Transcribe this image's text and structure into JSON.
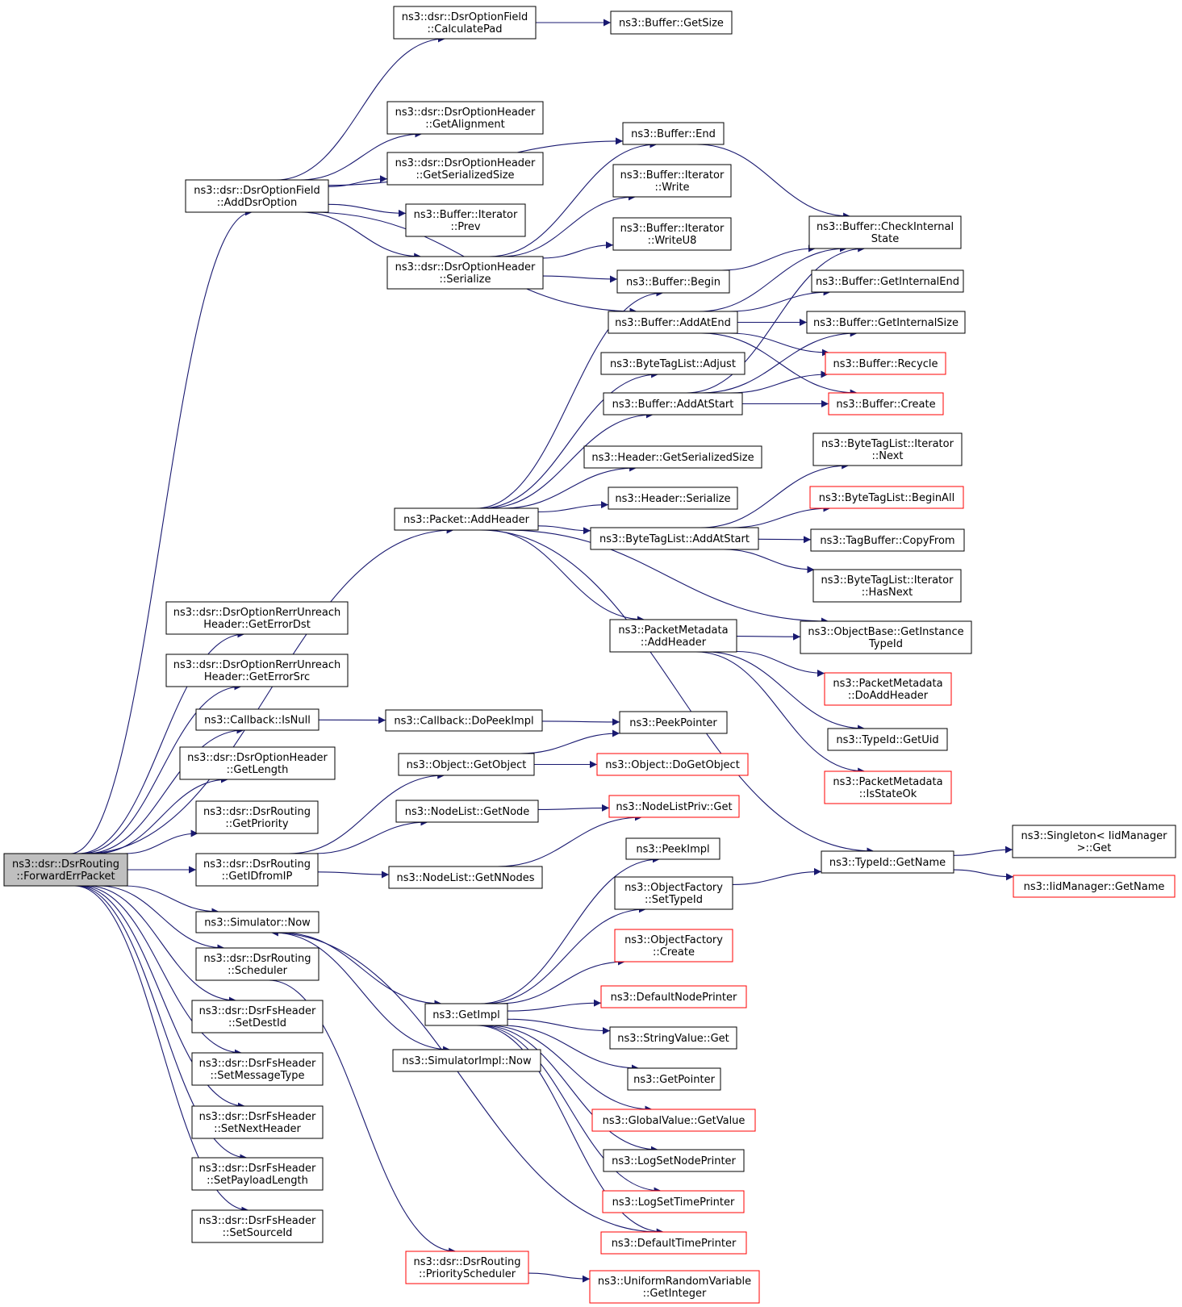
{
  "colors": {
    "edge": "#191970",
    "node_border": "#000000",
    "node_border_incomplete": "#ff0000",
    "root_fill": "#bfbfbf",
    "node_fill": "#ffffff",
    "text": "#000000"
  },
  "nodes": [
    {
      "id": "n0",
      "lines": [
        "ns3::dsr::DsrRouting",
        "::ForwardErrPacket"
      ],
      "root": true
    },
    {
      "id": "n1",
      "lines": [
        "ns3::dsr::DsrOptionField",
        "::AddDsrOption"
      ]
    },
    {
      "id": "n2",
      "lines": [
        "ns3::dsr::DsrOptionField",
        "::CalculatePad"
      ]
    },
    {
      "id": "n3",
      "lines": [
        "ns3::Buffer::GetSize"
      ]
    },
    {
      "id": "n4",
      "lines": [
        "ns3::Buffer::End"
      ]
    },
    {
      "id": "n5",
      "lines": [
        "ns3::dsr::DsrOptionHeader",
        "::GetAlignment"
      ]
    },
    {
      "id": "n6",
      "lines": [
        "ns3::dsr::DsrOptionHeader",
        "::GetSerializedSize"
      ]
    },
    {
      "id": "n7",
      "lines": [
        "ns3::Buffer::Iterator",
        "::Prev"
      ]
    },
    {
      "id": "n8",
      "lines": [
        "ns3::dsr::DsrOptionHeader",
        "::Serialize"
      ]
    },
    {
      "id": "n9",
      "lines": [
        "ns3::Buffer::Iterator",
        "::Write"
      ]
    },
    {
      "id": "n10",
      "lines": [
        "ns3::Buffer::Iterator",
        "::WriteU8"
      ]
    },
    {
      "id": "n11",
      "lines": [
        "ns3::Buffer::CheckInternal",
        "State"
      ]
    },
    {
      "id": "n12",
      "lines": [
        "ns3::Buffer::Begin"
      ]
    },
    {
      "id": "n13",
      "lines": [
        "ns3::Buffer::GetInternalEnd"
      ]
    },
    {
      "id": "n14",
      "lines": [
        "ns3::Buffer::AddAtEnd"
      ]
    },
    {
      "id": "n15",
      "lines": [
        "ns3::Buffer::GetInternalSize"
      ]
    },
    {
      "id": "n16",
      "lines": [
        "ns3::ByteTagList::Adjust"
      ]
    },
    {
      "id": "n17",
      "lines": [
        "ns3::Buffer::Recycle"
      ],
      "incomplete": true
    },
    {
      "id": "n18",
      "lines": [
        "ns3::Buffer::AddAtStart"
      ]
    },
    {
      "id": "n19",
      "lines": [
        "ns3::Buffer::Create"
      ],
      "incomplete": true
    },
    {
      "id": "n20",
      "lines": [
        "ns3::Header::GetSerializedSize"
      ]
    },
    {
      "id": "n21",
      "lines": [
        "ns3::ByteTagList::Iterator",
        "::Next"
      ]
    },
    {
      "id": "n22",
      "lines": [
        "ns3::Header::Serialize"
      ]
    },
    {
      "id": "n23",
      "lines": [
        "ns3::ByteTagList::BeginAll"
      ],
      "incomplete": true
    },
    {
      "id": "n24",
      "lines": [
        "ns3::Packet::AddHeader"
      ]
    },
    {
      "id": "n25",
      "lines": [
        "ns3::ByteTagList::AddAtStart"
      ]
    },
    {
      "id": "n26",
      "lines": [
        "ns3::TagBuffer::CopyFrom"
      ]
    },
    {
      "id": "n27",
      "lines": [
        "ns3::ByteTagList::Iterator",
        "::HasNext"
      ]
    },
    {
      "id": "n28",
      "lines": [
        "ns3::dsr::DsrOptionRerrUnreach",
        "Header::GetErrorDst"
      ]
    },
    {
      "id": "n29",
      "lines": [
        "ns3::PacketMetadata",
        "::AddHeader"
      ]
    },
    {
      "id": "n30",
      "lines": [
        "ns3::ObjectBase::GetInstance",
        "TypeId"
      ]
    },
    {
      "id": "n31",
      "lines": [
        "ns3::dsr::DsrOptionRerrUnreach",
        "Header::GetErrorSrc"
      ]
    },
    {
      "id": "n32",
      "lines": [
        "ns3::PacketMetadata",
        "::DoAddHeader"
      ],
      "incomplete": true
    },
    {
      "id": "n33",
      "lines": [
        "ns3::Callback::IsNull"
      ]
    },
    {
      "id": "n34",
      "lines": [
        "ns3::Callback::DoPeekImpl"
      ]
    },
    {
      "id": "n35",
      "lines": [
        "ns3::PeekPointer"
      ]
    },
    {
      "id": "n36",
      "lines": [
        "ns3::TypeId::GetUid"
      ]
    },
    {
      "id": "n37",
      "lines": [
        "ns3::dsr::DsrOptionHeader",
        "::GetLength"
      ]
    },
    {
      "id": "n38",
      "lines": [
        "ns3::Object::GetObject"
      ]
    },
    {
      "id": "n39",
      "lines": [
        "ns3::Object::DoGetObject"
      ],
      "incomplete": true
    },
    {
      "id": "n40",
      "lines": [
        "ns3::PacketMetadata",
        "::IsStateOk"
      ],
      "incomplete": true
    },
    {
      "id": "n41",
      "lines": [
        "ns3::dsr::DsrRouting",
        "::GetPriority"
      ]
    },
    {
      "id": "n42",
      "lines": [
        "ns3::NodeList::GetNode"
      ]
    },
    {
      "id": "n43",
      "lines": [
        "ns3::NodeListPriv::Get"
      ],
      "incomplete": true
    },
    {
      "id": "n44",
      "lines": [
        "ns3::Singleton< IidManager",
        " >::Get"
      ]
    },
    {
      "id": "n45",
      "lines": [
        "ns3::PeekImpl"
      ]
    },
    {
      "id": "n46",
      "lines": [
        "ns3::dsr::DsrRouting",
        "::GetIDfromIP"
      ]
    },
    {
      "id": "n47",
      "lines": [
        "ns3::NodeList::GetNNodes"
      ]
    },
    {
      "id": "n48",
      "lines": [
        "ns3::TypeId::GetName"
      ]
    },
    {
      "id": "n49",
      "lines": [
        "ns3::ObjectFactory",
        "::SetTypeId"
      ]
    },
    {
      "id": "n50",
      "lines": [
        "ns3::IidManager::GetName"
      ],
      "incomplete": true
    },
    {
      "id": "n51",
      "lines": [
        "ns3::Simulator::Now"
      ]
    },
    {
      "id": "n52",
      "lines": [
        "ns3::ObjectFactory",
        "::Create"
      ],
      "incomplete": true
    },
    {
      "id": "n53",
      "lines": [
        "ns3::dsr::DsrRouting",
        "::Scheduler"
      ]
    },
    {
      "id": "n54",
      "lines": [
        "ns3::DefaultNodePrinter"
      ],
      "incomplete": true
    },
    {
      "id": "n55",
      "lines": [
        "ns3::dsr::DsrFsHeader",
        "::SetDestId"
      ]
    },
    {
      "id": "n56",
      "lines": [
        "ns3::GetImpl"
      ]
    },
    {
      "id": "n57",
      "lines": [
        "ns3::StringValue::Get"
      ]
    },
    {
      "id": "n58",
      "lines": [
        "ns3::SimulatorImpl::Now"
      ]
    },
    {
      "id": "n59",
      "lines": [
        "ns3::dsr::DsrFsHeader",
        "::SetMessageType"
      ]
    },
    {
      "id": "n60",
      "lines": [
        "ns3::GetPointer"
      ]
    },
    {
      "id": "n61",
      "lines": [
        "ns3::GlobalValue::GetValue"
      ],
      "incomplete": true
    },
    {
      "id": "n62",
      "lines": [
        "ns3::dsr::DsrFsHeader",
        "::SetNextHeader"
      ]
    },
    {
      "id": "n63",
      "lines": [
        "ns3::LogSetNodePrinter"
      ]
    },
    {
      "id": "n64",
      "lines": [
        "ns3::dsr::DsrFsHeader",
        "::SetPayloadLength"
      ]
    },
    {
      "id": "n65",
      "lines": [
        "ns3::LogSetTimePrinter"
      ],
      "incomplete": true
    },
    {
      "id": "n66",
      "lines": [
        "ns3::dsr::DsrFsHeader",
        "::SetSourceId"
      ]
    },
    {
      "id": "n67",
      "lines": [
        "ns3::DefaultTimePrinter"
      ],
      "incomplete": true
    },
    {
      "id": "n68",
      "lines": [
        "ns3::dsr::DsrRouting",
        "::PriorityScheduler"
      ],
      "incomplete": true
    },
    {
      "id": "n69",
      "lines": [
        "ns3::UniformRandomVariable",
        "::GetInteger"
      ],
      "incomplete": true
    }
  ],
  "edges": [
    [
      "n0",
      "n1"
    ],
    [
      "n0",
      "n24"
    ],
    [
      "n0",
      "n28"
    ],
    [
      "n0",
      "n31"
    ],
    [
      "n0",
      "n33"
    ],
    [
      "n0",
      "n37"
    ],
    [
      "n0",
      "n41"
    ],
    [
      "n0",
      "n46"
    ],
    [
      "n0",
      "n51"
    ],
    [
      "n0",
      "n53"
    ],
    [
      "n0",
      "n55"
    ],
    [
      "n0",
      "n59"
    ],
    [
      "n0",
      "n62"
    ],
    [
      "n0",
      "n64"
    ],
    [
      "n0",
      "n66"
    ],
    [
      "n1",
      "n2"
    ],
    [
      "n1",
      "n4"
    ],
    [
      "n1",
      "n5"
    ],
    [
      "n1",
      "n6"
    ],
    [
      "n1",
      "n7"
    ],
    [
      "n1",
      "n8"
    ],
    [
      "n1",
      "n14"
    ],
    [
      "n2",
      "n3"
    ],
    [
      "n4",
      "n11"
    ],
    [
      "n8",
      "n4"
    ],
    [
      "n8",
      "n9"
    ],
    [
      "n8",
      "n10"
    ],
    [
      "n8",
      "n12"
    ],
    [
      "n12",
      "n11"
    ],
    [
      "n14",
      "n11"
    ],
    [
      "n14",
      "n13"
    ],
    [
      "n14",
      "n15"
    ],
    [
      "n14",
      "n17"
    ],
    [
      "n14",
      "n19"
    ],
    [
      "n18",
      "n11"
    ],
    [
      "n18",
      "n15"
    ],
    [
      "n18",
      "n17"
    ],
    [
      "n18",
      "n19"
    ],
    [
      "n24",
      "n12"
    ],
    [
      "n24",
      "n16"
    ],
    [
      "n24",
      "n18"
    ],
    [
      "n24",
      "n20"
    ],
    [
      "n24",
      "n22"
    ],
    [
      "n24",
      "n25"
    ],
    [
      "n24",
      "n29"
    ],
    [
      "n24",
      "n30"
    ],
    [
      "n24",
      "n48"
    ],
    [
      "n25",
      "n21"
    ],
    [
      "n25",
      "n23"
    ],
    [
      "n25",
      "n26"
    ],
    [
      "n25",
      "n27"
    ],
    [
      "n29",
      "n30"
    ],
    [
      "n29",
      "n32"
    ],
    [
      "n29",
      "n36"
    ],
    [
      "n29",
      "n40"
    ],
    [
      "n33",
      "n34"
    ],
    [
      "n34",
      "n35"
    ],
    [
      "n38",
      "n35"
    ],
    [
      "n38",
      "n39"
    ],
    [
      "n42",
      "n43"
    ],
    [
      "n47",
      "n43"
    ],
    [
      "n46",
      "n38"
    ],
    [
      "n46",
      "n42"
    ],
    [
      "n46",
      "n47"
    ],
    [
      "n48",
      "n44"
    ],
    [
      "n48",
      "n50"
    ],
    [
      "n49",
      "n48"
    ],
    [
      "n51",
      "n56"
    ],
    [
      "n51",
      "n58"
    ],
    [
      "n53",
      "n68"
    ],
    [
      "n56",
      "n45"
    ],
    [
      "n56",
      "n49"
    ],
    [
      "n56",
      "n52"
    ],
    [
      "n56",
      "n54"
    ],
    [
      "n56",
      "n57"
    ],
    [
      "n56",
      "n60"
    ],
    [
      "n56",
      "n61"
    ],
    [
      "n56",
      "n63"
    ],
    [
      "n56",
      "n65"
    ],
    [
      "n56",
      "n67"
    ],
    [
      "n67",
      "n51"
    ],
    [
      "n68",
      "n69"
    ]
  ]
}
